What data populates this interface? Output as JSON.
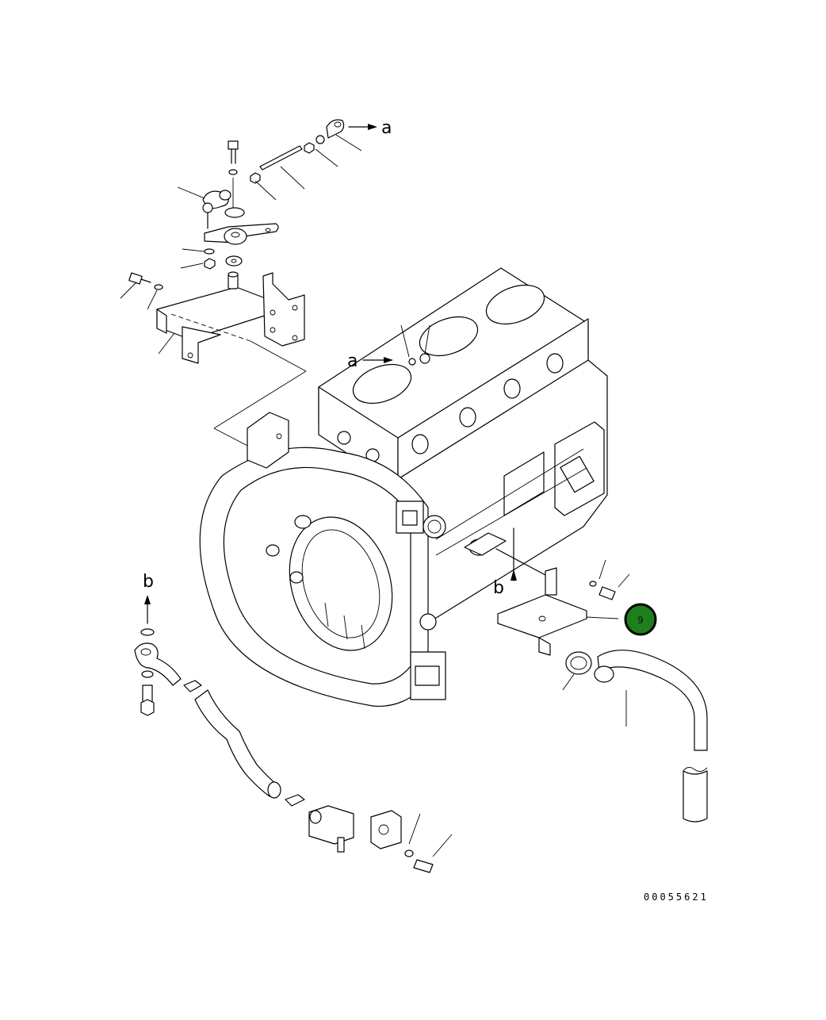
{
  "labels": {
    "ref_a_top": "a",
    "ref_a_mid": "a",
    "ref_b_left": "b",
    "ref_b_right": "b"
  },
  "callout": {
    "number": "9",
    "fill": "#1f7f1a",
    "ring": "#000000"
  },
  "drawing_number": "00055621"
}
